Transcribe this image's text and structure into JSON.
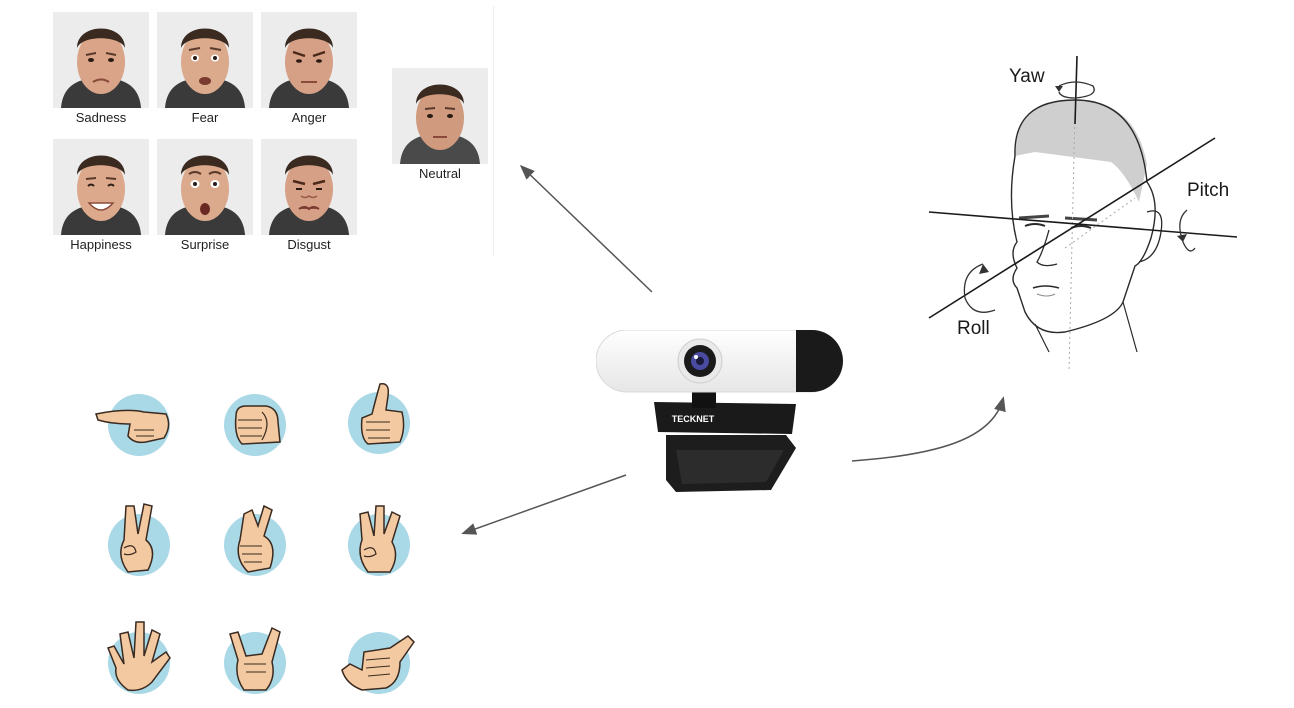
{
  "emotions": {
    "faces": [
      {
        "label": "Sadness",
        "expression": "sad"
      },
      {
        "label": "Fear",
        "expression": "fear"
      },
      {
        "label": "Anger",
        "expression": "anger"
      },
      {
        "label": "Happiness",
        "expression": "happy"
      },
      {
        "label": "Surprise",
        "expression": "surprise"
      },
      {
        "label": "Disgust",
        "expression": "disgust"
      },
      {
        "label": "Neutral",
        "expression": "neutral"
      }
    ]
  },
  "webcam": {
    "brand": "TECKNET"
  },
  "head_pose": {
    "yaw_label": "Yaw",
    "pitch_label": "Pitch",
    "roll_label": "Roll"
  },
  "hand_gestures": [
    {
      "icon": "pointing-hand-icon"
    },
    {
      "icon": "fist-icon"
    },
    {
      "icon": "thumbs-up-icon"
    },
    {
      "icon": "victory-hand-icon"
    },
    {
      "icon": "crossed-fingers-icon"
    },
    {
      "icon": "three-fingers-icon"
    },
    {
      "icon": "open-palm-icon"
    },
    {
      "icon": "rock-horns-icon"
    },
    {
      "icon": "shaka-hand-icon"
    }
  ],
  "colors": {
    "hand_circle": "#a9d8e6",
    "skin": "#f3c9a1",
    "arrow": "#555555",
    "webcam_body": "#222222"
  }
}
